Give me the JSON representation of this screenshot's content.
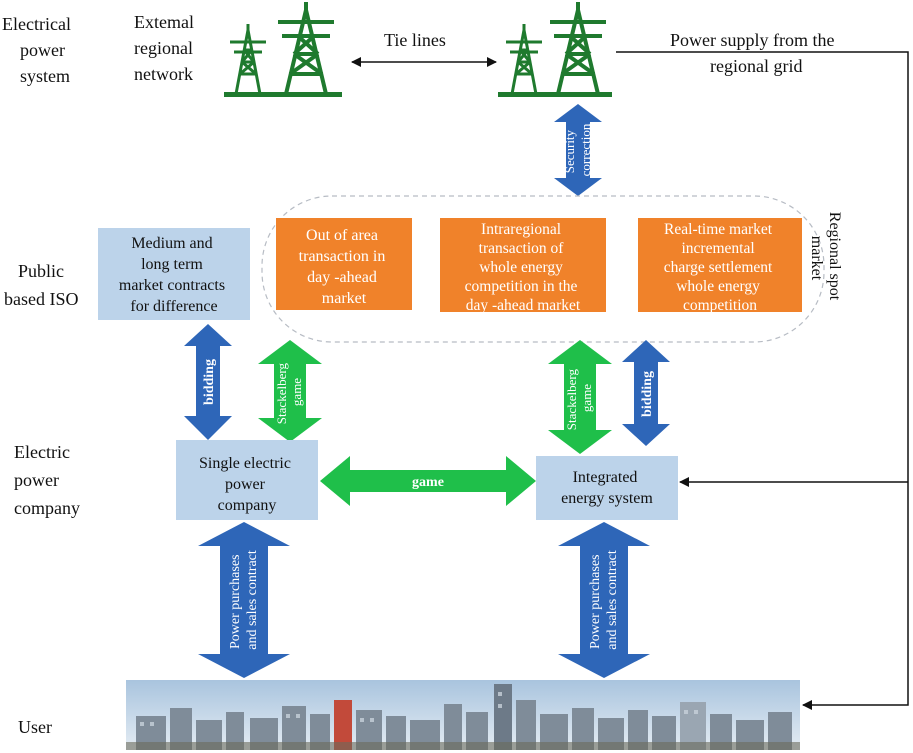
{
  "colors": {
    "blue_box": "#bcd3ea",
    "orange_box": "#f0822a",
    "blue_arrow": "#2e66b8",
    "green_arrow": "#1fbf4a",
    "tower_green": "#1f7a2e",
    "text": "#111111"
  },
  "rows": {
    "power_system": [
      "Electrical",
      "power",
      "system"
    ],
    "iso": [
      "Public",
      "based ISO"
    ],
    "company": [
      "Electric",
      "power",
      "company"
    ],
    "user": "User"
  },
  "top": {
    "external_network": [
      "Extemal",
      "regional",
      "network"
    ],
    "tie_lines": "Tie lines",
    "supply": [
      "Power supply from the",
      "regional grid"
    ],
    "security": [
      "Security",
      "correction"
    ]
  },
  "iso_boxes": {
    "contracts": [
      "Medium and",
      "long term",
      "market contracts",
      "for difference"
    ],
    "spot_1": [
      "Out of area",
      "transaction in",
      "day -ahead",
      "market"
    ],
    "spot_2": [
      "Intraregional",
      "transaction of",
      "whole energy",
      "competition in the",
      "day -ahead market"
    ],
    "spot_3": [
      "Real-time market",
      "incremental",
      "charge settlement",
      "whole energy",
      "competition"
    ],
    "regional_spot": [
      "Regional spot",
      "market"
    ]
  },
  "arrows": {
    "bidding_left": "bidding",
    "stackelberg_left": [
      "Stackelberg",
      "game"
    ],
    "stackelberg_right": [
      "Stackelberg",
      "game"
    ],
    "bidding_right": "bidding",
    "game": "game",
    "purchases_left": [
      "Power purchases",
      "and sales contract"
    ],
    "purchases_right": [
      "Power purchases",
      "and sales contract"
    ]
  },
  "company_boxes": {
    "single": [
      "Single electric",
      "power",
      "company"
    ],
    "ies": [
      "Integrated",
      "energy system"
    ]
  },
  "icons": [
    "transmission-tower-icon",
    "city-skyline-image"
  ]
}
